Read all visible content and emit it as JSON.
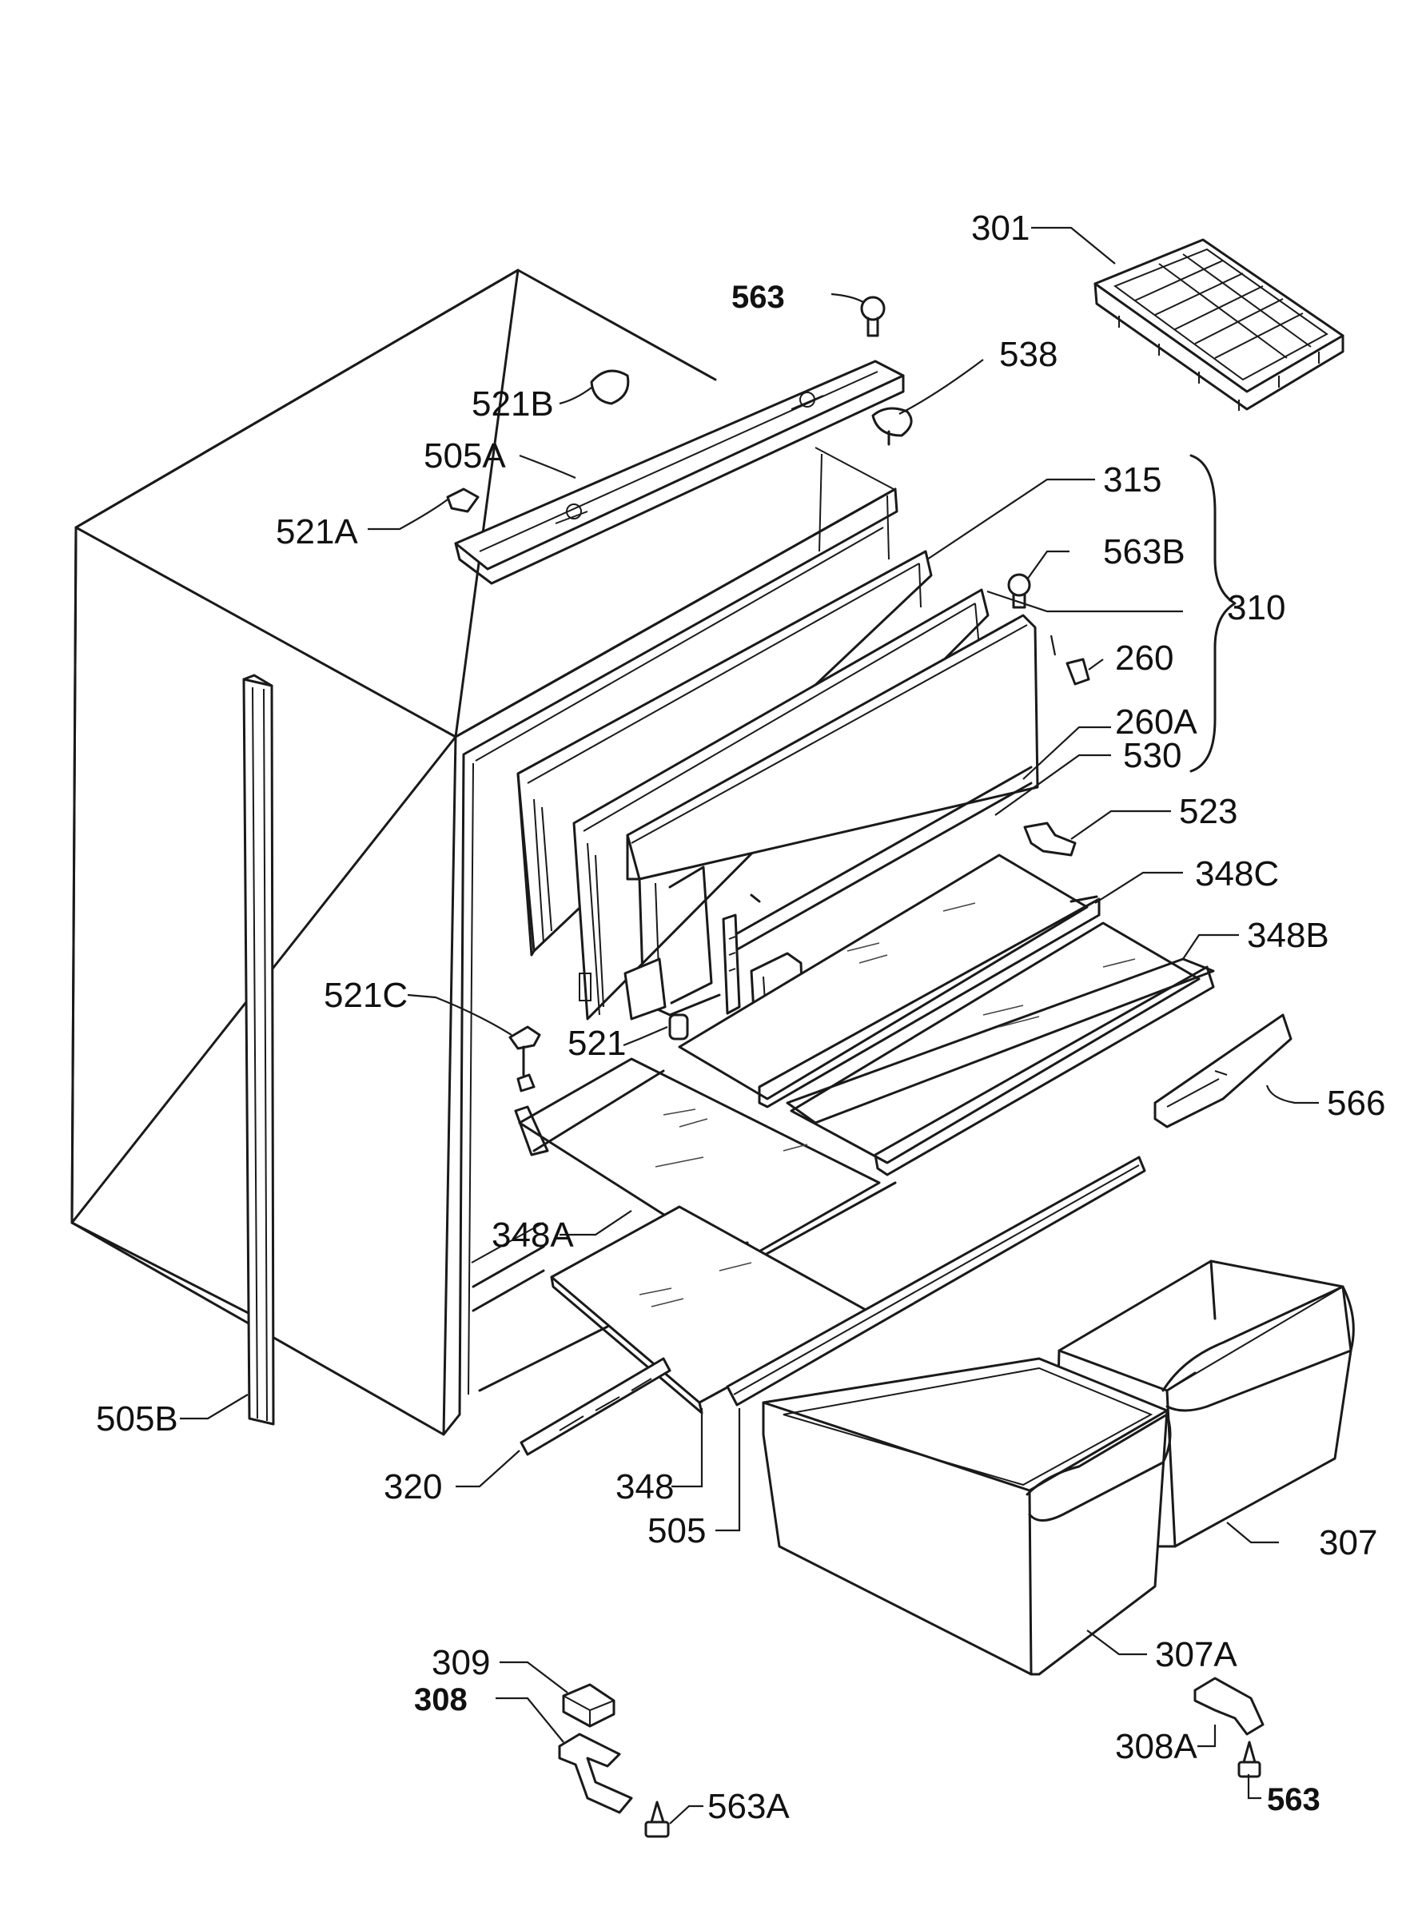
{
  "labels": {
    "l301": "301",
    "l563_top": "563",
    "l538": "538",
    "l521B": "521B",
    "l505A": "505A",
    "l521A": "521A",
    "l315": "315",
    "l563B": "563B",
    "l310": "310",
    "l260": "260",
    "l260A": "260A",
    "l530": "530",
    "l523": "523",
    "l348C": "348C",
    "l348B": "348B",
    "l521C": "521C",
    "l521": "521",
    "l566": "566",
    "l348A": "348A",
    "l505B": "505B",
    "l320": "320",
    "l348": "348",
    "l505": "505",
    "l307": "307",
    "l309": "309",
    "l308": "308",
    "l307A": "307A",
    "l308A": "308A",
    "l563A": "563A",
    "l563_bottom": "563"
  }
}
